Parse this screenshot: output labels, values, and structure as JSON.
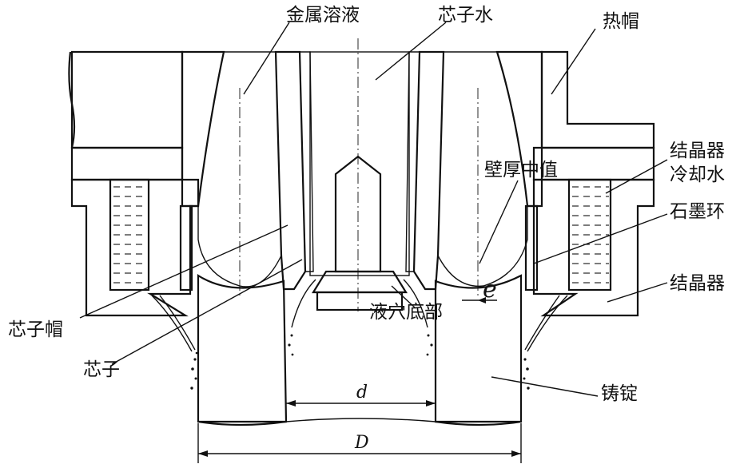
{
  "labels": {
    "metal_solution": "金属溶液",
    "core_water": "芯子水",
    "hot_top": "热帽",
    "crystallizer_cooling_water_line1": "结晶器",
    "crystallizer_cooling_water_line2": "冷却水",
    "wall_thickness_median": "壁厚中值",
    "graphite_ring": "石墨环",
    "crystallizer": "结晶器",
    "sump_bottom": "液穴底部",
    "core_cap": "芯子帽",
    "core": "芯子",
    "ingot": "铸锭"
  },
  "dimensions": {
    "inner_diameter": "d",
    "outer_diameter": "D",
    "eccentricity": "e"
  }
}
